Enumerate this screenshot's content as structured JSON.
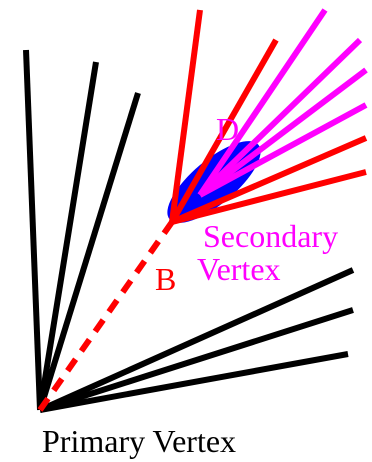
{
  "labels": {
    "primary_vertex": "Primary Vertex",
    "secondary_vertex_line1": "Secondary",
    "secondary_vertex_line2": "Vertex",
    "b_meson": "B",
    "d_meson": "D"
  },
  "colors": {
    "primary_tracks": "#000000",
    "b_flight_path": "#ff0000",
    "b_decay_tracks": "#ff0000",
    "d_decay_tracks": "#ff00ff",
    "vertex_ellipse": "#0000ff",
    "label_b": "#ff0000",
    "label_d": "#ff00ff",
    "label_secondary": "#ff00ff",
    "label_primary": "#000000"
  }
}
